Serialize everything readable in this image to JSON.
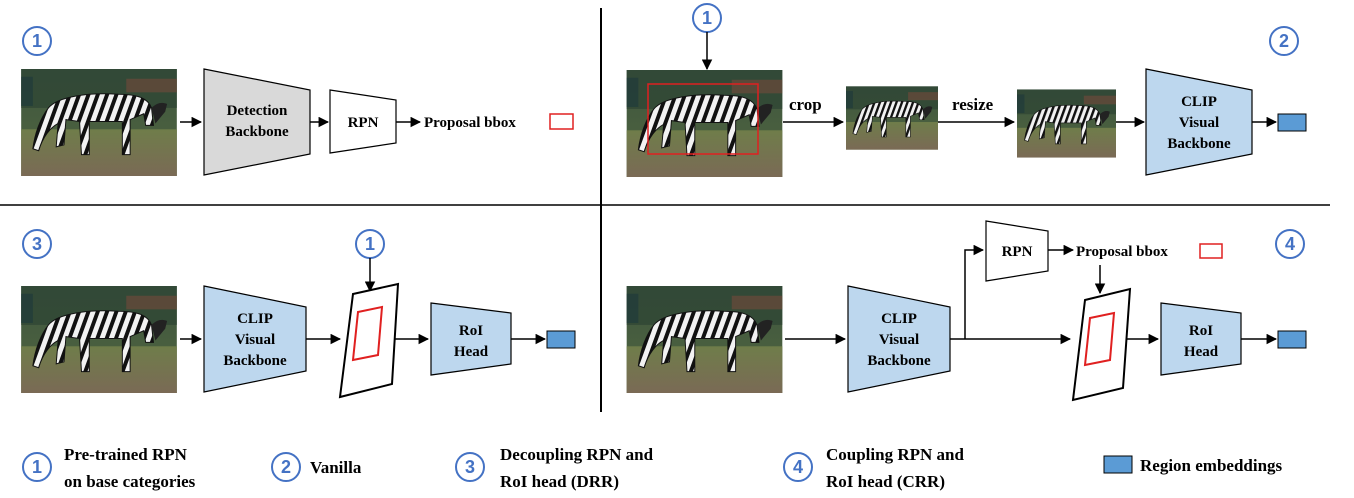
{
  "panels": {
    "p1": {
      "badge": "1",
      "backbone_l1": "Detection",
      "backbone_l2": "Backbone",
      "rpn": "RPN",
      "proposal": "Proposal bbox"
    },
    "p2": {
      "badge": "2",
      "input_badge": "1",
      "crop": "crop",
      "resize": "resize",
      "clip_l1": "CLIP",
      "clip_l2": "Visual",
      "clip_l3": "Backbone"
    },
    "p3": {
      "badge": "3",
      "input_badge": "1",
      "clip_l1": "CLIP",
      "clip_l2": "Visual",
      "clip_l3": "Backbone",
      "roi_l1": "RoI",
      "roi_l2": "Head"
    },
    "p4": {
      "badge": "4",
      "rpn": "RPN",
      "proposal": "Proposal bbox",
      "clip_l1": "CLIP",
      "clip_l2": "Visual",
      "clip_l3": "Backbone",
      "roi_l1": "RoI",
      "roi_l2": "Head"
    }
  },
  "legend": {
    "l1_badge": "1",
    "l1_line1": "Pre-trained RPN",
    "l1_line2": "on base categories",
    "l2_badge": "2",
    "l2_line1": "Vanilla",
    "l3_badge": "3",
    "l3_line1": "Decoupling RPN and",
    "l3_line2": "RoI head (DRR)",
    "l4_badge": "4",
    "l4_line1": "Coupling RPN and",
    "l4_line2": "RoI head (CRR)",
    "emb": "Region embeddings"
  },
  "colors": {
    "badge": "#4472C4",
    "clip_fill": "#BDD7EE",
    "detection_fill": "#D9D9D9",
    "embedding_fill": "#5B9BD5",
    "bbox_red": "#E02020"
  },
  "icons": [
    "zebra-photo",
    "proposal-bbox-icon",
    "region-embedding-icon",
    "arrow-icon"
  ]
}
